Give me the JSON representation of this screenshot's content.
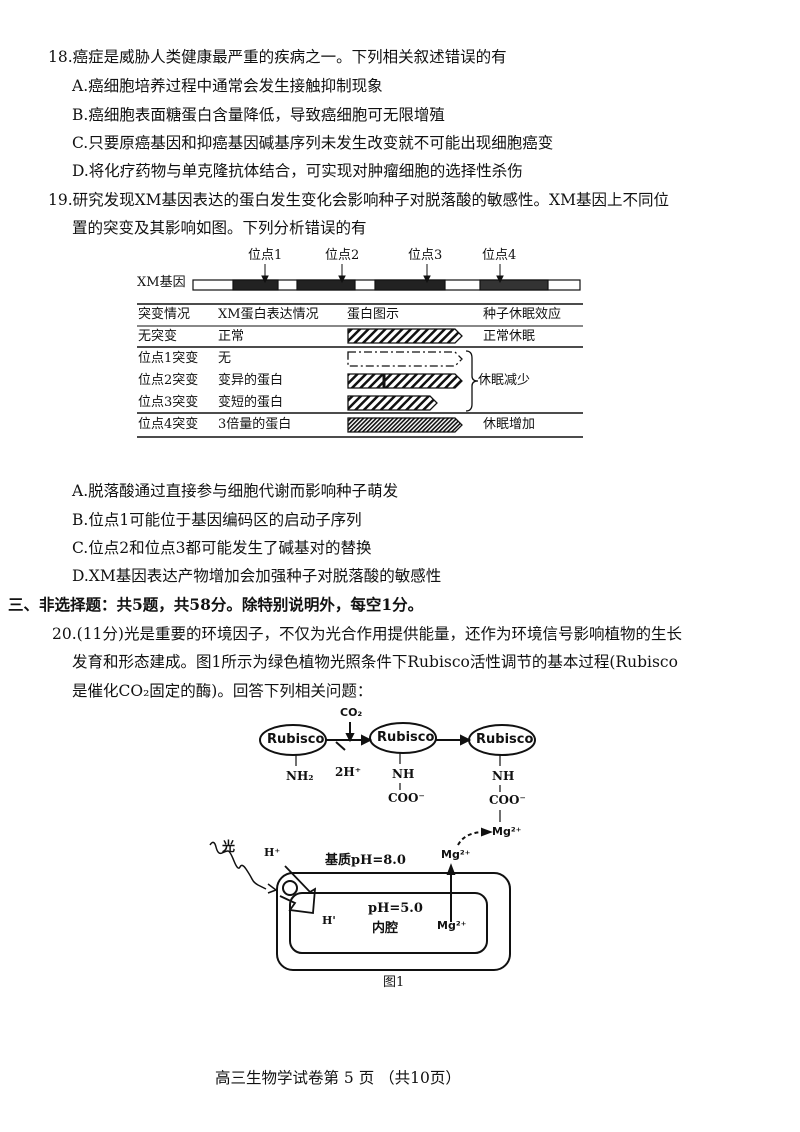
{
  "q18": {
    "stem": "18.癌症是威胁人类健康最严重的疾病之一。下列相关叙述错误的有",
    "options": [
      "A.癌细胞培养过程中通常会发生接触抑制现象",
      "B.癌细胞表面糖蛋白含量降低，导致癌细胞可无限增殖",
      "C.只要原癌基因和抑癌基因碱基序列未发生改变就不可能出现细胞癌变",
      "D.将化疗药物与单克隆抗体结合，可实现对肿瘤细胞的选择性杀伤"
    ]
  },
  "q19": {
    "stem_line1": "19.研究发现XM基因表达的蛋白发生变化会影响种子对脱落酸的敏感性。XM基因上不同位",
    "stem_line2": "置的突变及其影响如图。下列分析错误的有",
    "figure": {
      "gene_label": "XM基因",
      "sites": [
        "位点1",
        "位点2",
        "位点3",
        "位点4"
      ],
      "headers": [
        "突变情况",
        "XM蛋白表达情况",
        "蛋白图示",
        "种子休眠效应"
      ],
      "rows": [
        {
          "mutation": "无突变",
          "expression": "正常",
          "effect": "正常休眠"
        },
        {
          "mutation": "位点1突变",
          "expression": "无"
        },
        {
          "mutation": "位点2突变",
          "expression": "变异的蛋白"
        },
        {
          "mutation": "位点3突变",
          "expression": "变短的蛋白"
        },
        {
          "mutation": "位点4突变",
          "expression": "3倍量的蛋白",
          "effect": "休眠增加"
        }
      ],
      "group_effect": "休眠减少"
    },
    "options": [
      "A.脱落酸通过直接参与细胞代谢而影响种子萌发",
      "B.位点1可能位于基因编码区的启动子序列",
      "C.位点2和位点3都可能发生了碱基对的替换",
      "D.XM基因表达产物增加会加强种子对脱落酸的敏感性"
    ]
  },
  "section3": "三、非选择题：共5题，共58分。除特别说明外，每空1分。",
  "q20": {
    "line1": "20.(11分)光是重要的环境因子，不仅为光合作用提供能量，还作为环境信号影响植物的生长",
    "line2": "发育和形态建成。图1所示为绿色植物光照条件下Rubisco活性调节的基本过程(Rubisco",
    "line3": "是催化CO₂固定的酶)。回答下列相关问题：",
    "figure": {
      "enzyme": "Rubisco",
      "co2": "CO₂",
      "nh2": "NH₂",
      "h2": "2H⁺",
      "nh": "NH",
      "coo": "COO⁻",
      "mg": "Mg²⁺",
      "light": "光",
      "h_plus": "H⁺",
      "h_in": "H'",
      "stroma": "基质pH=8.0",
      "lumen_ph": "pH=5.0",
      "lumen": "内腔",
      "caption": "图1"
    }
  },
  "footer": "高三生物学试卷第  5  页 （共10页）"
}
